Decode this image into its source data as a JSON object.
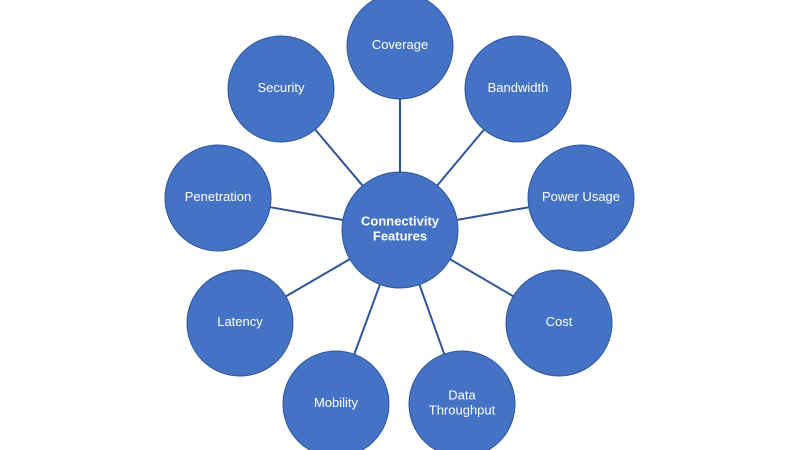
{
  "diagram": {
    "center": {
      "label_lines": [
        "Connectivity",
        "Features"
      ]
    },
    "nodes": [
      {
        "id": "coverage",
        "label_lines": [
          "Coverage"
        ]
      },
      {
        "id": "bandwidth",
        "label_lines": [
          "Bandwidth"
        ]
      },
      {
        "id": "power-usage",
        "label_lines": [
          "Power Usage"
        ]
      },
      {
        "id": "cost",
        "label_lines": [
          "Cost"
        ]
      },
      {
        "id": "data-throughput",
        "label_lines": [
          "Data",
          "Throughput"
        ]
      },
      {
        "id": "mobility",
        "label_lines": [
          "Mobility"
        ]
      },
      {
        "id": "latency",
        "label_lines": [
          "Latency"
        ]
      },
      {
        "id": "penetration",
        "label_lines": [
          "Penetration"
        ]
      },
      {
        "id": "security",
        "label_lines": [
          "Security"
        ]
      }
    ],
    "colors": {
      "node_fill": "#4472c4",
      "node_stroke": "#2f5597",
      "connector": "#2f5597",
      "text": "#ffffff",
      "background": "#ffffff"
    }
  }
}
